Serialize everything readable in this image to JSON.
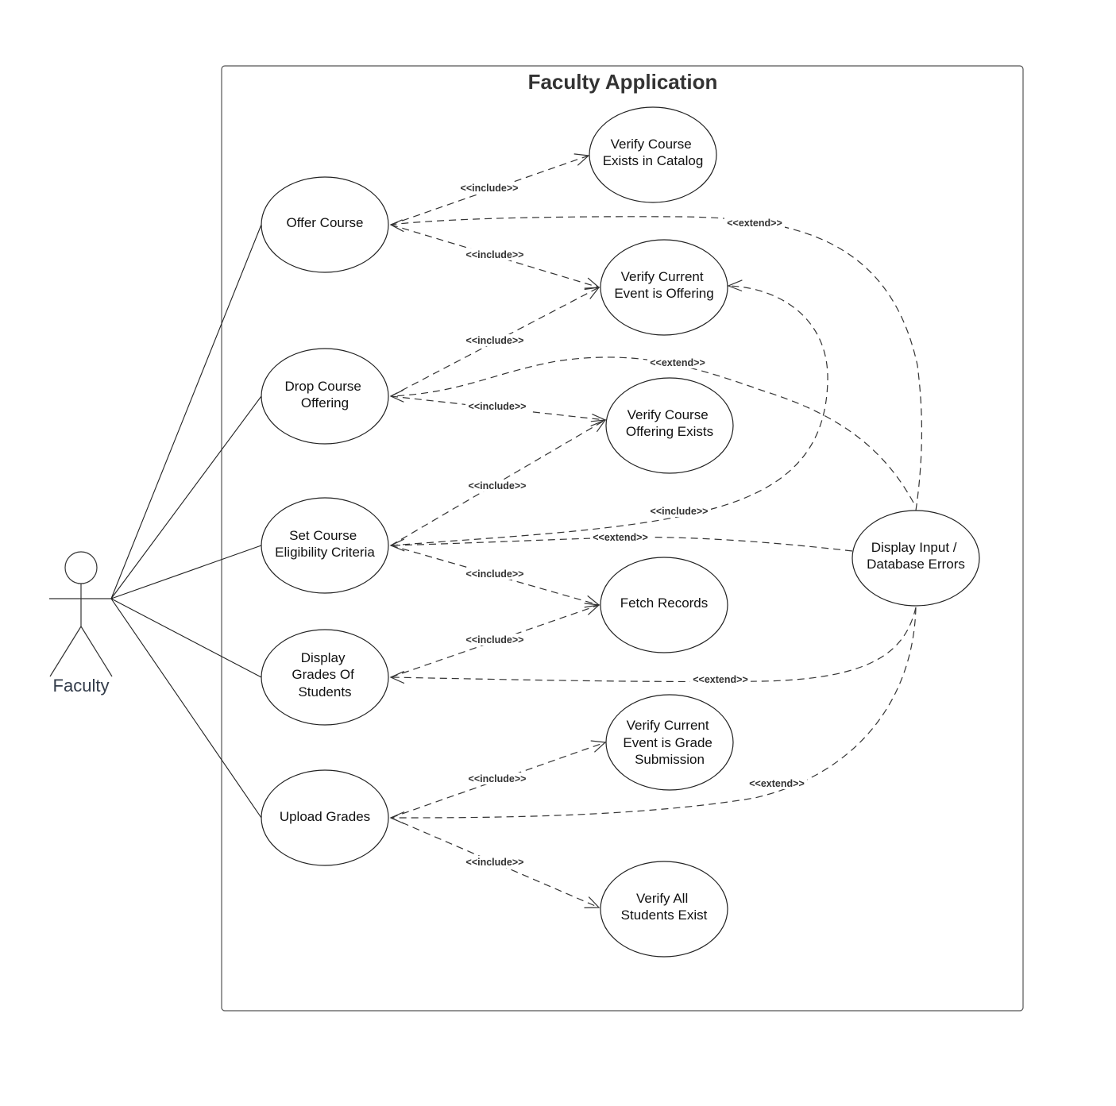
{
  "system": {
    "title": "Faculty Application"
  },
  "actor": {
    "label": "Faculty"
  },
  "use_cases": {
    "offer_course": [
      "Offer Course"
    ],
    "drop_course_offering": [
      "Drop Course",
      "Offering"
    ],
    "set_course_eligibility": [
      "Set Course",
      "Eligibility Criteria"
    ],
    "display_grades": [
      "Display",
      "Grades Of",
      "Students"
    ],
    "upload_grades": [
      "Upload Grades"
    ],
    "verify_course_catalog": [
      "Verify Course",
      "Exists in Catalog"
    ],
    "verify_event_offering": [
      "Verify Current",
      "Event is Offering"
    ],
    "verify_offering_exists": [
      "Verify Course",
      "Offering Exists"
    ],
    "fetch_records": [
      "Fetch Records"
    ],
    "verify_event_grade": [
      "Verify Current",
      "Event is Grade",
      "Submission"
    ],
    "verify_students_exist": [
      "Verify All",
      "Students Exist"
    ],
    "display_errors": [
      "Display Input /",
      "Database Errors"
    ]
  },
  "relationships": [
    {
      "from": "offer_course",
      "to": "verify_course_catalog",
      "label": "<<include>>"
    },
    {
      "from": "offer_course",
      "to": "verify_event_offering",
      "label": "<<include>>"
    },
    {
      "from": "drop_course_offering",
      "to": "verify_event_offering",
      "label": "<<include>>"
    },
    {
      "from": "drop_course_offering",
      "to": "verify_offering_exists",
      "label": "<<include>>"
    },
    {
      "from": "set_course_eligibility",
      "to": "verify_offering_exists",
      "label": "<<include>>"
    },
    {
      "from": "set_course_eligibility",
      "to": "verify_event_offering",
      "label": "<<include>>"
    },
    {
      "from": "set_course_eligibility",
      "to": "fetch_records",
      "label": "<<include>>"
    },
    {
      "from": "display_grades",
      "to": "fetch_records",
      "label": "<<include>>"
    },
    {
      "from": "upload_grades",
      "to": "verify_event_grade",
      "label": "<<include>>"
    },
    {
      "from": "upload_grades",
      "to": "verify_students_exist",
      "label": "<<include>>"
    },
    {
      "from": "display_errors",
      "to": "offer_course",
      "label": "<<extend>>"
    },
    {
      "from": "display_errors",
      "to": "drop_course_offering",
      "label": "<<extend>>"
    },
    {
      "from": "display_errors",
      "to": "set_course_eligibility",
      "label": "<<extend>>"
    },
    {
      "from": "display_errors",
      "to": "display_grades",
      "label": "<<extend>>"
    },
    {
      "from": "display_errors",
      "to": "upload_grades",
      "label": "<<extend>>"
    }
  ]
}
